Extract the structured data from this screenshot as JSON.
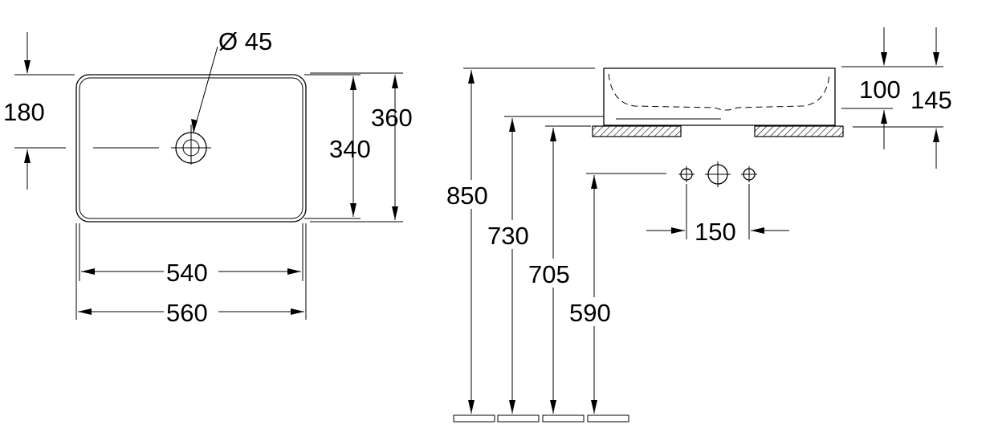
{
  "dimensions": {
    "hole_diameter": "Ø 45",
    "hole_offset": "180",
    "inner_depth": "340",
    "outer_depth": "360",
    "inner_width": "540",
    "outer_width": "560",
    "total_height": "850",
    "height_730": "730",
    "height_705": "705",
    "height_590": "590",
    "bowl_depth": "100",
    "basin_height": "145",
    "tap_spacing": "150"
  },
  "colors": {
    "line": "#000000",
    "background": "#ffffff"
  }
}
